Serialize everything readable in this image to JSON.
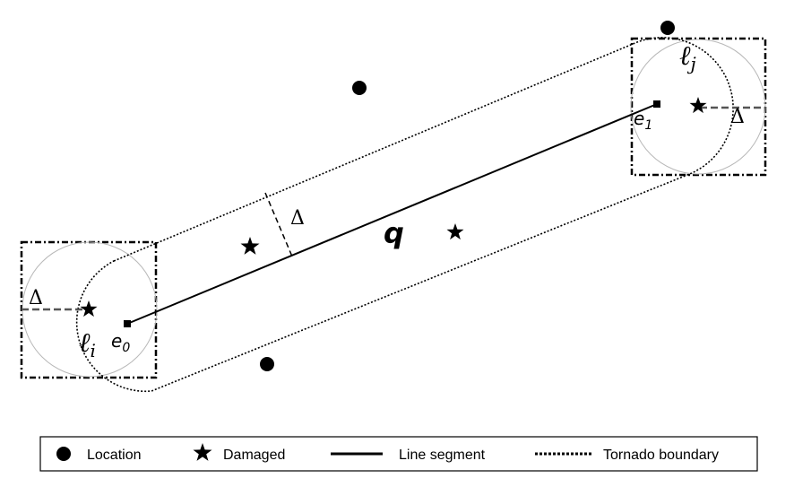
{
  "labels": {
    "li_script": "ℓ",
    "li_sub": "i",
    "lj_script": "ℓ",
    "lj_sub": "j",
    "e0_base": "e",
    "e0_sub": "0",
    "e1_base": "e",
    "e1_sub": "1",
    "q": "q",
    "delta_left": "Δ",
    "delta_mid": "Δ",
    "delta_right": "Δ"
  },
  "legend": {
    "location": "Location",
    "damaged": "Damaged",
    "line_segment": "Line segment",
    "tornado_boundary": "Tornado boundary"
  }
}
